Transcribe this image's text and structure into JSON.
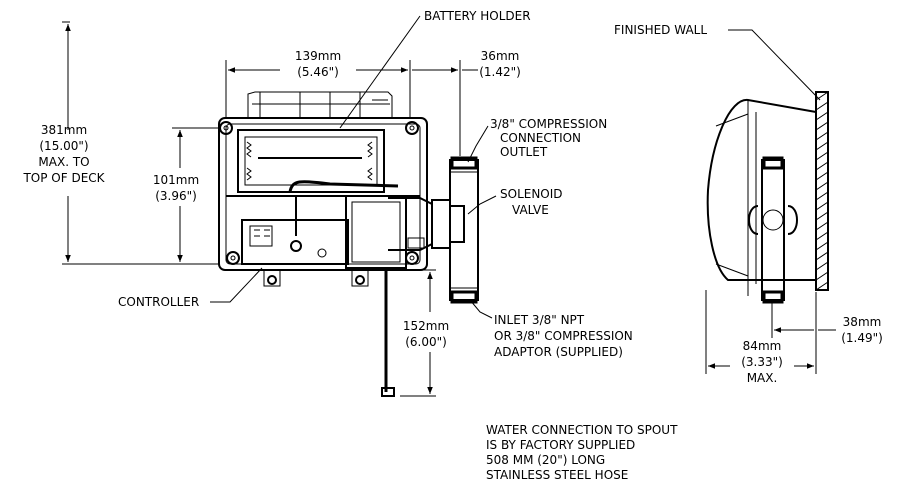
{
  "labels": {
    "battery_holder": "BATTERY HOLDER",
    "finished_wall": "FINISHED WALL",
    "dim_139": "139mm",
    "dim_139_in": "(5.46\")",
    "dim_36": "36mm",
    "dim_36_in": "(1.42\")",
    "compression_1": "3/8\" COMPRESSION",
    "compression_2": "CONNECTION",
    "compression_3": "OUTLET",
    "dim_381": "381mm",
    "dim_381_in": "(15.00\")",
    "dim_381_note1": "MAX. TO",
    "dim_381_note2": "TOP OF DECK",
    "dim_101": "101mm",
    "dim_101_in": "(3.96\")",
    "solenoid_1": "SOLENOID",
    "solenoid_2": "VALVE",
    "controller": "CONTROLLER",
    "dim_152": "152mm",
    "dim_152_in": "(6.00\")",
    "inlet_1": "INLET 3/8\" NPT",
    "inlet_2": "OR 3/8\" COMPRESSION",
    "inlet_3": "ADAPTOR (SUPPLIED)",
    "dim_38": "38mm",
    "dim_38_in": "(1.49\")",
    "dim_84": "84mm",
    "dim_84_in": "(3.33\")",
    "dim_84_max": "MAX.",
    "water_1": "WATER CONNECTION TO SPOUT",
    "water_2": "IS BY FACTORY SUPPLIED",
    "water_3": "508 MM (20\") LONG",
    "water_4": "STAINLESS STEEL HOSE"
  }
}
